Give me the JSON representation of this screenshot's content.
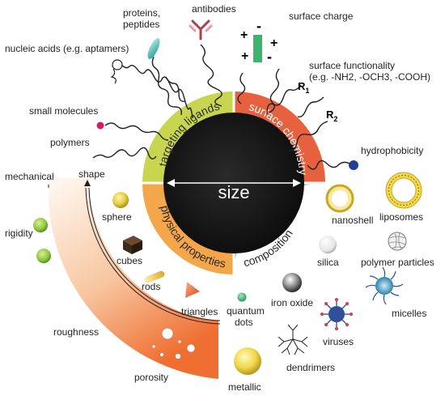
{
  "center": {
    "label": "size"
  },
  "sectors": {
    "targeting": "targeting ligands",
    "surface": "surface chemistry",
    "physical": "physical properties",
    "composition": "composition"
  },
  "ligands": {
    "proteins": "proteins,",
    "peptides": "peptides",
    "antibodies": "antibodies",
    "nucleic_acids": "nucleic acids (e.g. aptamers)",
    "small_molecules": "small molecules",
    "polymers": "polymers"
  },
  "surface": {
    "charge": "surface charge",
    "functionality_title": "surface functionality",
    "functionality_examples": "(e.g. -NH2, -OCH3, -COOH)",
    "r1": "R",
    "r1_sub": "1",
    "r2": "R",
    "r2_sub": "2",
    "hydrophobicity": "hydrophobicity",
    "plus": "+",
    "minus": "-"
  },
  "physical": {
    "mechanical": "mechanical",
    "shape": "shape",
    "rigidity": "rigidity",
    "roughness": "roughness",
    "porosity": "porosity"
  },
  "shapes": {
    "sphere": "sphere",
    "cubes": "cubes",
    "rods": "rods",
    "triangles": "triangles"
  },
  "composition": {
    "nanoshell": "nanoshell",
    "liposomes": "liposomes",
    "silica": "silica",
    "polymer_particles": "polymer particles",
    "micelles": "micelles",
    "iron_oxide": "iron oxide",
    "quantum": "quantum",
    "dots": "dots",
    "viruses": "viruses",
    "dendrimers": "dendrimers",
    "metallic": "metallic"
  },
  "colors": {
    "targeting": "#c8d64f",
    "surface": "#e8613e",
    "physical": "#f3a64a",
    "composition": "#55c1b9",
    "core": "#151515",
    "band_inner": "#fdf1e8",
    "band_outer": "#f07a3d"
  }
}
